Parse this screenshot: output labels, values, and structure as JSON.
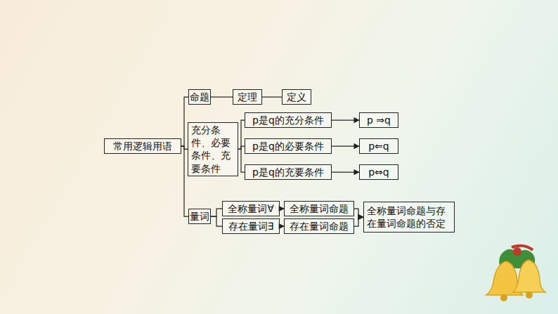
{
  "diagram": {
    "nodes": [
      {
        "text": [
          "常用逻辑用语"
        ]
      },
      {
        "text": [
          "命题"
        ]
      },
      {
        "text": [
          "定理"
        ]
      },
      {
        "text": [
          "定义"
        ]
      },
      {
        "text": [
          "充分条件、必要条件、充要条件"
        ]
      },
      {
        "text": [
          "p是q的充分条件"
        ]
      },
      {
        "text": [
          "p是q的必要条件"
        ]
      },
      {
        "text": [
          "p是q的充要条件"
        ]
      },
      {
        "text": [
          "p ⇒q"
        ]
      },
      {
        "text": [
          "p⇐q"
        ]
      },
      {
        "text": [
          "p⇔q"
        ]
      },
      {
        "text": [
          "量词"
        ]
      },
      {
        "text": [
          "全称量词∀"
        ]
      },
      {
        "text": [
          "存在量词∃"
        ]
      },
      {
        "text": [
          "全称量词命题"
        ]
      },
      {
        "text": [
          "存在量词命题"
        ]
      },
      {
        "text": [
          "全称量词命题与存在量词命题的否定"
        ]
      }
    ],
    "edges": [
      {
        "from": 0,
        "to": 1,
        "arrow": "none"
      },
      {
        "from": 0,
        "to": 4,
        "arrow": "none"
      },
      {
        "from": 0,
        "to": 11,
        "arrow": "none"
      },
      {
        "from": 1,
        "to": 2,
        "arrow": "none"
      },
      {
        "from": 2,
        "to": 3,
        "arrow": "none"
      },
      {
        "from": 4,
        "to": 5,
        "arrow": "none"
      },
      {
        "from": 4,
        "to": 6,
        "arrow": "none"
      },
      {
        "from": 4,
        "to": 7,
        "arrow": "none"
      },
      {
        "from": 5,
        "to": 8,
        "arrow": "to"
      },
      {
        "from": 6,
        "to": 9,
        "arrow": "to"
      },
      {
        "from": 7,
        "to": 10,
        "arrow": "to"
      },
      {
        "from": 11,
        "to": 12,
        "arrow": "none"
      },
      {
        "from": 11,
        "to": 13,
        "arrow": "none"
      },
      {
        "from": 12,
        "to": 14,
        "arrow": "to"
      },
      {
        "from": 13,
        "to": 15,
        "arrow": "to"
      },
      {
        "from": 14,
        "to": 16,
        "arrow": "to"
      },
      {
        "from": 15,
        "to": 16,
        "arrow": "to"
      }
    ]
  }
}
